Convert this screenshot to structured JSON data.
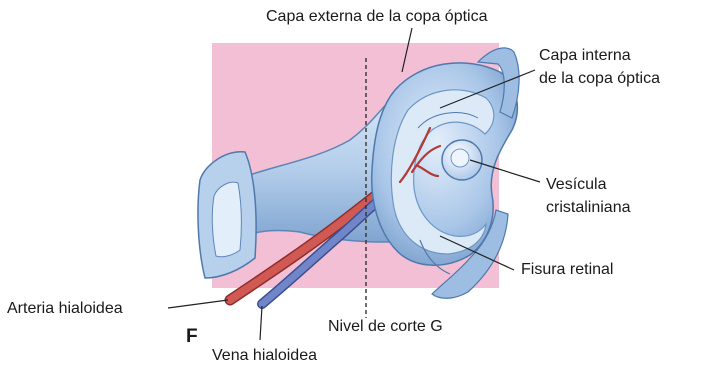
{
  "panel_letter": "F",
  "labels": {
    "outer_layer": "Capa externa de la copa óptica",
    "inner_layer_line1": "Capa interna",
    "inner_layer_line2": "de la copa óptica",
    "lens_vesicle_line1": "Vesícula",
    "lens_vesicle_line2": "cristaliniana",
    "retinal_fissure": "Fisura retinal",
    "hyaloid_artery": "Arteria hialoidea",
    "hyaloid_vein": "Vena hialoidea",
    "section_level": "Nivel de corte G"
  },
  "colors": {
    "mesenchyme_pink": "#f3bfd4",
    "cup_blue": "#a9c6e8",
    "cup_light": "#dceaf8",
    "cup_dark": "#6f97c6",
    "artery_red": "#c94a45",
    "vein_blue": "#5a6fb5"
  }
}
